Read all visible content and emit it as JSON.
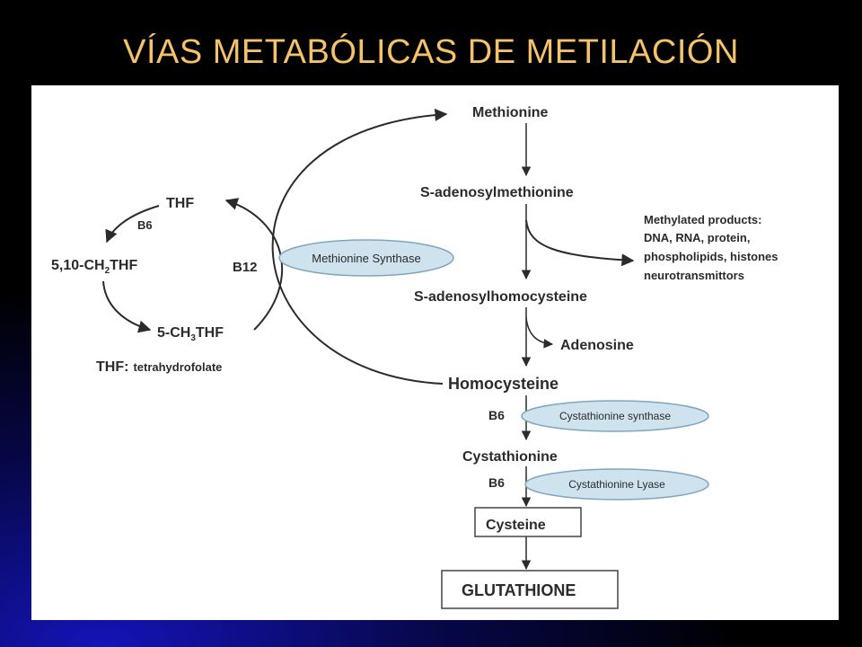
{
  "slide": {
    "title": "VÍAS METABÓLICAS DE METILACIÓN"
  },
  "diagram": {
    "main_pathway": {
      "methionine": "Methionine",
      "sam": "S-adenosylmethionine",
      "sah": "S-adenosylhomocysteine",
      "adenosine": "Adenosine",
      "homocysteine": "Homocysteine",
      "cystathionine": "Cystathionine",
      "cysteine": "Cysteine",
      "glutathione": "GLUTATHIONE"
    },
    "methylated_products": {
      "heading": "Methylated products:",
      "line1": "DNA, RNA, protein,",
      "line2": "phospholipids, histones",
      "line3": "neurotransmittors"
    },
    "folate_cycle": {
      "thf": "THF",
      "b6": "B6",
      "ch2thf_pre": "5,10-CH",
      "ch2thf_sub": "2",
      "ch2thf_post": "THF",
      "ch3thf_pre": "5-CH",
      "ch3thf_sub": "3",
      "ch3thf_post": "THF",
      "legend_abbr": "THF:",
      "legend_text": "tetrahydrofolate"
    },
    "cofactors": {
      "b12": "B12",
      "b6_synthase": "B6",
      "b6_lyase": "B6"
    },
    "enzymes": {
      "methionine_synthase": "Methionine Synthase",
      "cystathionine_synthase": "Cystathionine synthase",
      "cystathionine_lyase": "Cystathionine Lyase"
    },
    "colors": {
      "enzyme_fill": "#cfe3ee",
      "enzyme_stroke": "#7fa6bd",
      "title": "#f3c26b",
      "text": "#2b2b2b"
    }
  }
}
